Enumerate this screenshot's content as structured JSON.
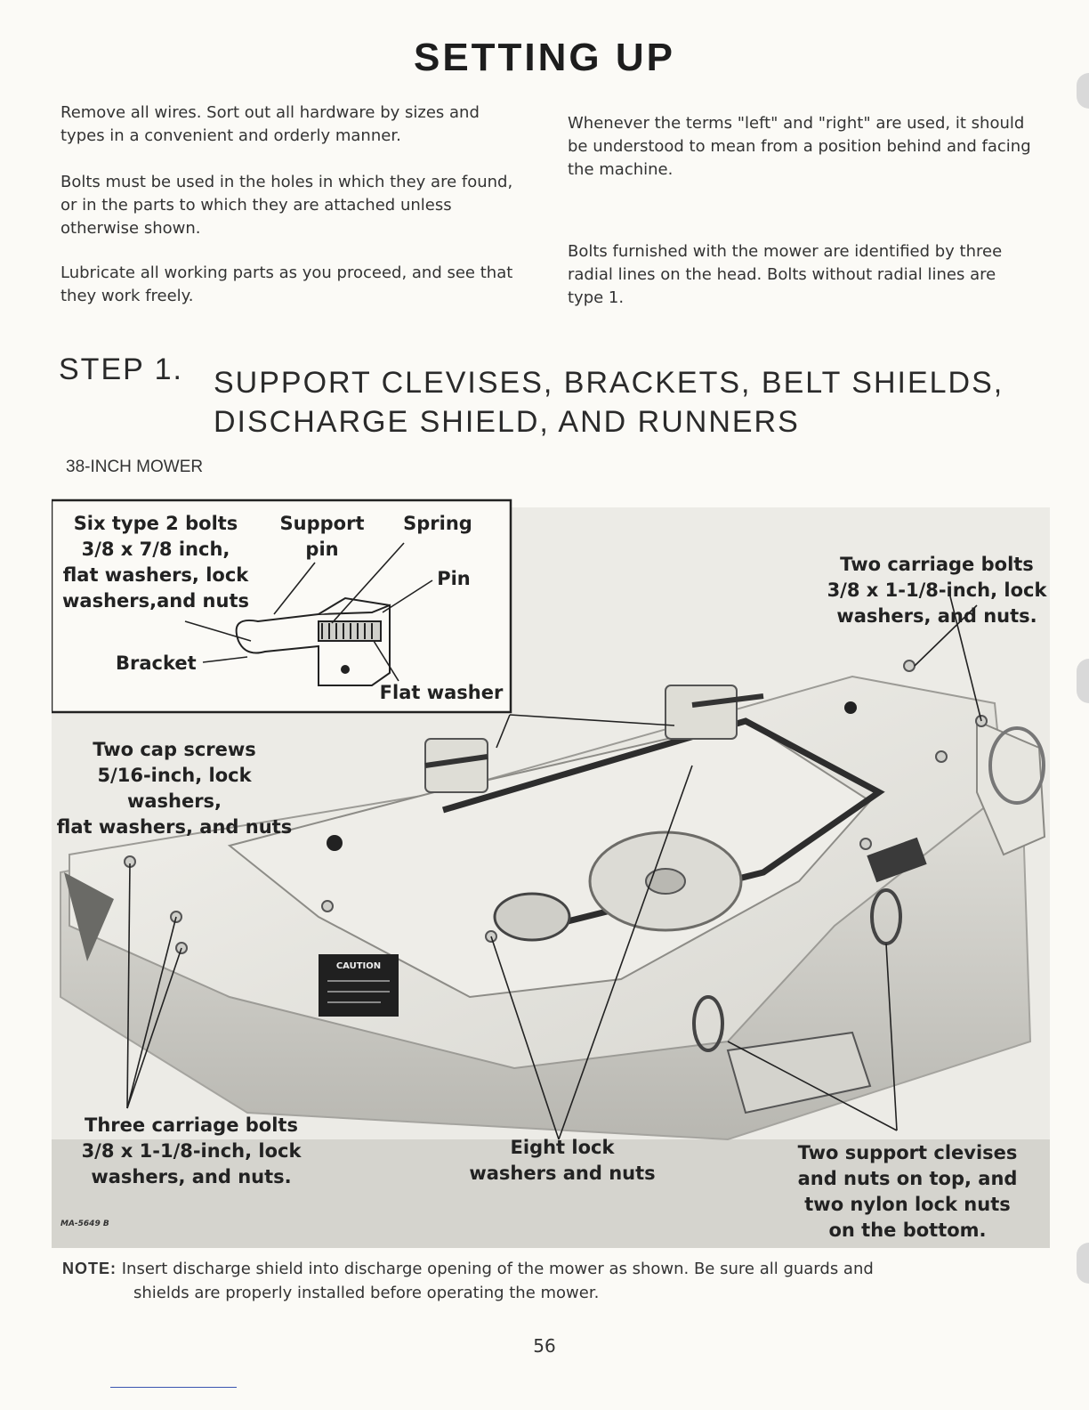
{
  "page": {
    "title": "SETTING UP",
    "intro_left": [
      "Remove all wires. Sort out all hardware by sizes and types in a convenient and orderly manner.",
      "Bolts must be used in the holes in which they are found, or in the parts to which they are attached unless otherwise shown.",
      "Lubricate all working parts as you proceed, and see that they work freely."
    ],
    "intro_right": [
      "Whenever the terms \"left\" and \"right\" are used, it should be understood to mean from a position behind and facing the machine.",
      "Bolts furnished with the mower are identified by three radial lines on the head. Bolts without radial lines are type 1."
    ],
    "step_number": "STEP 1.",
    "step_title_line1": "SUPPORT CLEVISES, BRACKETS, BELT SHIELDS,",
    "step_title_line2": "DISCHARGE SHIELD, AND RUNNERS",
    "subheading": "38-INCH MOWER",
    "note_label": "NOTE:",
    "note_line1": "Insert discharge shield into discharge opening of the mower as shown. Be sure all guards and",
    "note_line2": "shields are properly installed before operating the mower.",
    "page_number": "56",
    "figure_code": "MA-5649 B"
  },
  "figure": {
    "inset": {
      "bolts": [
        "Six type 2 bolts",
        "3/8 x 7/8 inch,",
        "flat washers, lock",
        "washers,and nuts"
      ],
      "support_pin": [
        "Support",
        "pin"
      ],
      "spring": "Spring",
      "pin": "Pin",
      "bracket": "Bracket",
      "flat_washer": "Flat washer"
    },
    "callouts": {
      "carriage_top": [
        "Two carriage bolts",
        "3/8 x 1-1/8-inch, lock",
        "washers, and nuts."
      ],
      "cap_screws": [
        "Two cap screws",
        "5/16-inch, lock washers,",
        "flat washers, and nuts"
      ],
      "carriage_bottom": [
        "Three carriage bolts",
        "3/8 x 1-1/8-inch, lock",
        "washers, and nuts."
      ],
      "lock_washers": [
        "Eight lock",
        "washers and nuts"
      ],
      "clevises": [
        "Two support clevises",
        "and nuts on top, and",
        "two nylon lock nuts",
        "on the bottom."
      ]
    },
    "decal_caution": "CAUTION"
  }
}
